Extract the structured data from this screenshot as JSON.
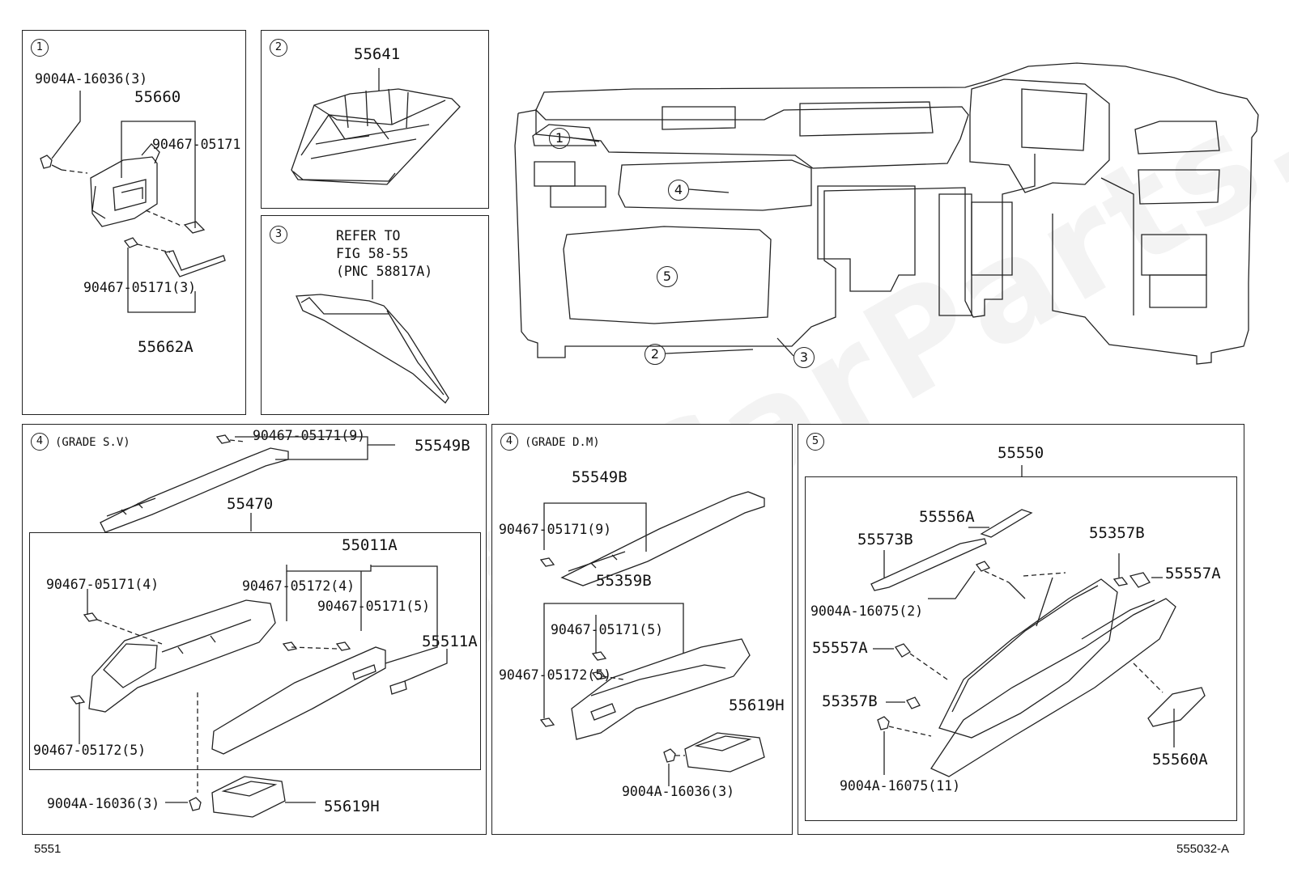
{
  "panels": {
    "p1": {
      "index": "1",
      "labels": [
        "9004A-16036(3)",
        "55660",
        "90467-05171",
        "90467-05171(3)",
        "55662A"
      ]
    },
    "p2": {
      "index": "2",
      "labels": [
        "55641"
      ]
    },
    "p3": {
      "index": "3",
      "refer_lines": [
        "REFER TO",
        "FIG 58-55",
        "(PNC 58817A)"
      ]
    },
    "p4a": {
      "index": "4",
      "grade": "(GRADE S.V)",
      "labels": [
        "90467-05171(9)",
        "55549B",
        "55470",
        "55011A",
        "90467-05171(4)",
        "90467-05172(4)",
        "90467-05171(5)",
        "55511A",
        "90467-05172(5)",
        "9004A-16036(3)",
        "55619H"
      ]
    },
    "p4b": {
      "index": "4",
      "grade": "(GRADE D.M)",
      "labels": [
        "55549B",
        "90467-05171(9)",
        "55359B",
        "90467-05171(5)",
        "90467-05172(5)",
        "55619H",
        "9004A-16036(3)"
      ]
    },
    "p5": {
      "index": "5",
      "labels": [
        "55550",
        "55556A",
        "55573B",
        "55357B",
        "55557A",
        "9004A-16075(2)",
        "55557A",
        "55357B",
        "9004A-16075(11)",
        "55560A"
      ]
    }
  },
  "overview": {
    "callouts": [
      "1",
      "4",
      "5",
      "2",
      "3"
    ]
  },
  "footer": {
    "left": "5551",
    "right": "555032-A"
  },
  "watermark": "ToyotaCarParts.ru"
}
